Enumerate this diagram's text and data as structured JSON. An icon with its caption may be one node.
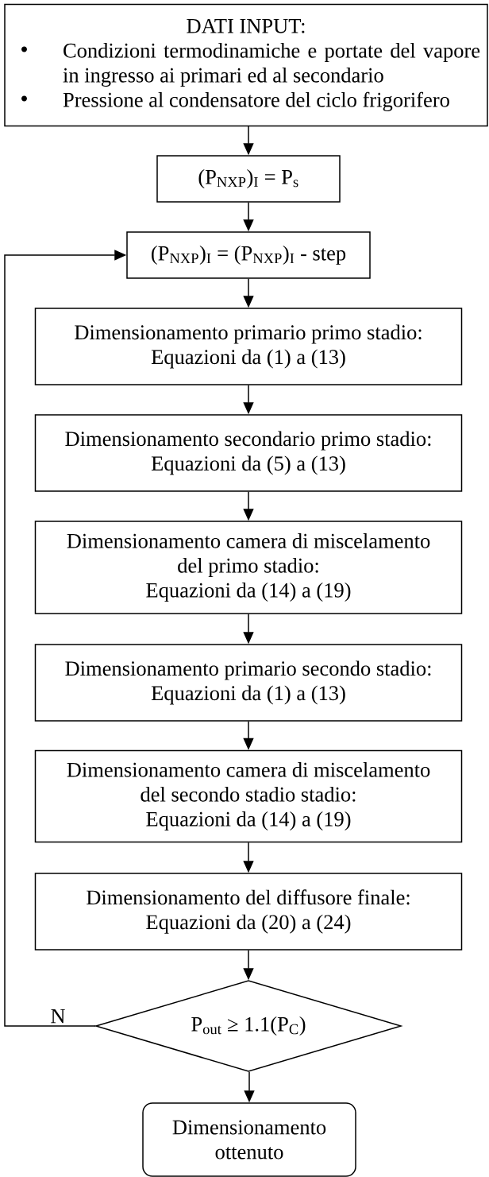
{
  "diagram": {
    "nodes": [
      {
        "text": [
          "DATI INPUT:",
          "Condizioni termodinamiche e portate del vapore in ingresso ai primari ed al secondario",
          "Pressione al condensatore del ciclo frigorifero"
        ]
      },
      {
        "text": [
          "(P$_{NXP}$)$_{I}$ = P$_{s}$"
        ]
      },
      {
        "text": [
          "(P$_{NXP}$)$_{I}$ = (P$_{NXP}$)$_{I}$ - step"
        ]
      },
      {
        "text": [
          "Dimensionamento primario primo stadio:",
          "Equazioni da (1) a (13)"
        ]
      },
      {
        "text": [
          "Dimensionamento secondario primo stadio:",
          "Equazioni da (5) a (13)"
        ]
      },
      {
        "text": [
          "Dimensionamento camera di miscelamento del primo stadio:",
          "Equazioni da (14) a (19)"
        ]
      },
      {
        "text": [
          "Dimensionamento primario secondo stadio:",
          "Equazioni da (1) a (13)"
        ]
      },
      {
        "text": [
          "Dimensionamento camera di miscelamento del secondo stadio stadio:",
          "Equazioni da (14) a (19)"
        ]
      },
      {
        "text": [
          "Dimensionamento del diffusore finale:",
          "Equazioni da (20) a (24)"
        ]
      },
      {
        "text": [
          "P$_{out}$ ≥ 1.1(P$_{C}$)"
        ]
      },
      {
        "text": [
          "Dimensionamento ottenuto"
        ]
      }
    ],
    "edges": [
      {
        "from": 0,
        "to": 1,
        "arrow": "to"
      },
      {
        "from": 1,
        "to": 2,
        "arrow": "to"
      },
      {
        "from": 2,
        "to": 3,
        "arrow": "to"
      },
      {
        "from": 3,
        "to": 4,
        "arrow": "to"
      },
      {
        "from": 4,
        "to": 5,
        "arrow": "to"
      },
      {
        "from": 5,
        "to": 6,
        "arrow": "to"
      },
      {
        "from": 6,
        "to": 7,
        "arrow": "to"
      },
      {
        "from": 7,
        "to": 8,
        "arrow": "to"
      },
      {
        "from": 8,
        "to": 9,
        "arrow": "to"
      },
      {
        "from": 9,
        "to": 10,
        "arrow": "to"
      },
      {
        "from": 9,
        "to": 2,
        "arrow": "to",
        "label": "N"
      }
    ]
  }
}
